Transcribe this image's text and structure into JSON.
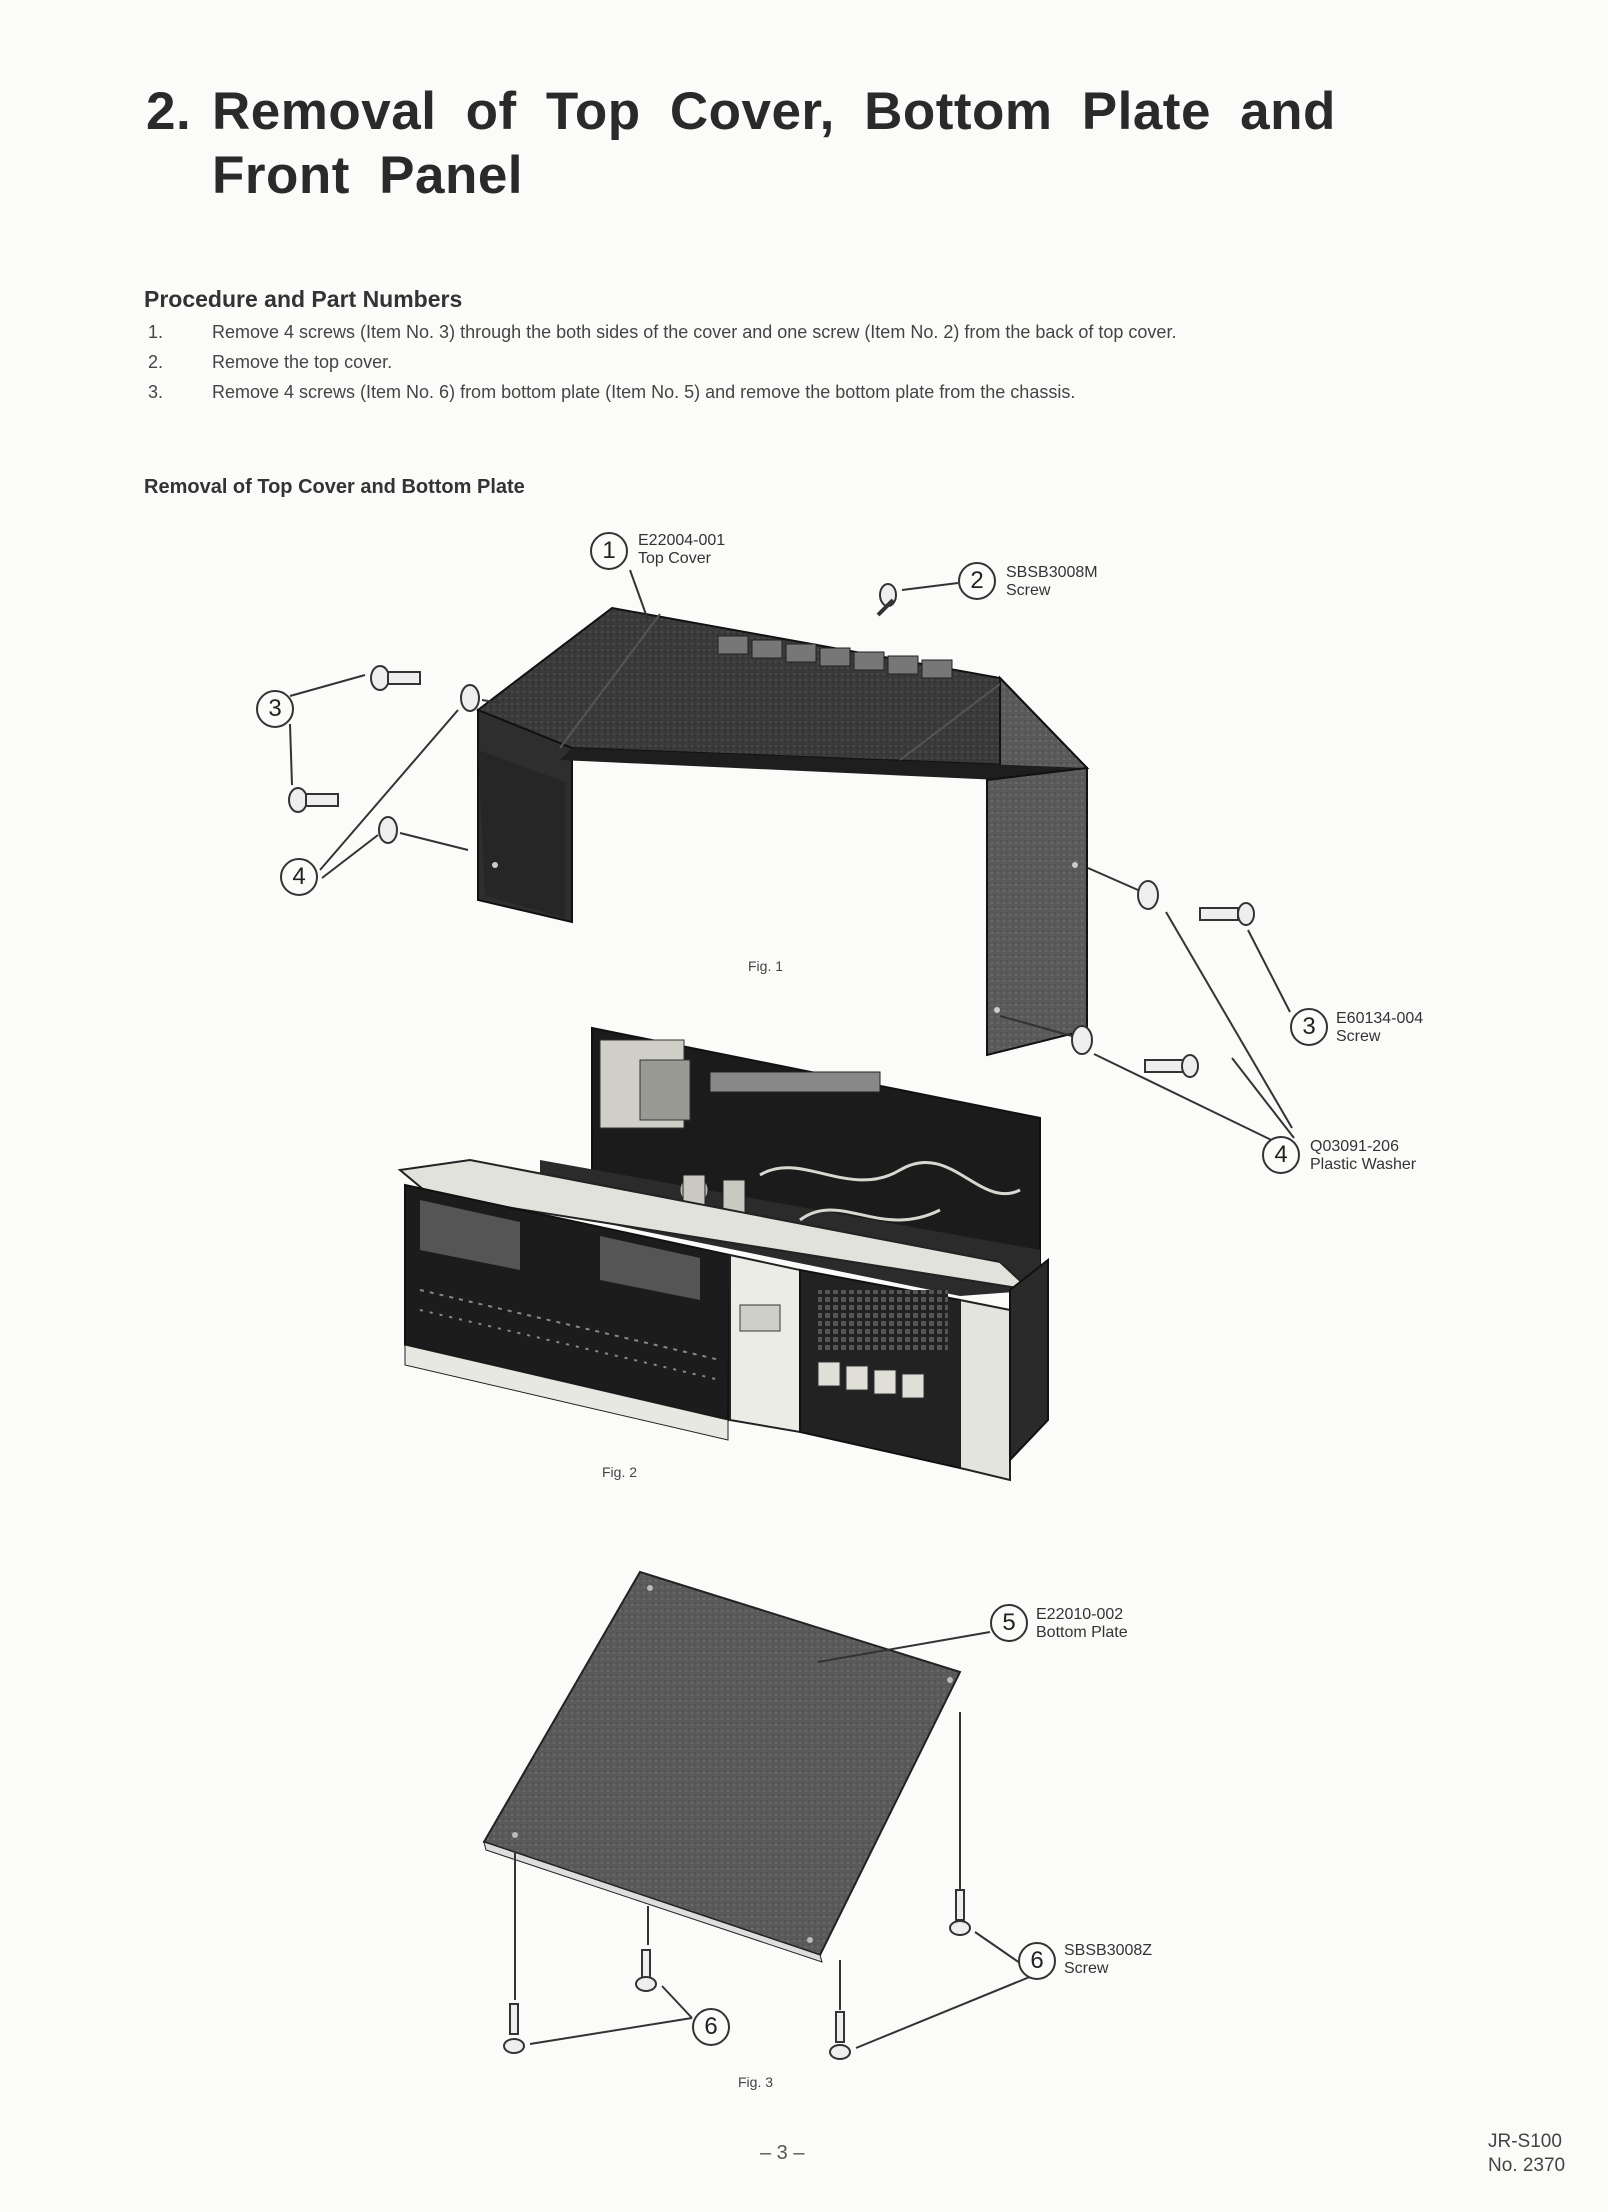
{
  "title": {
    "number": "2.",
    "line1": "Removal of Top Cover, Bottom Plate and",
    "line2": "Front Panel"
  },
  "procedure": {
    "heading": "Procedure and Part Numbers",
    "steps": [
      {
        "num": "1.",
        "text": "Remove 4 screws (Item No. 3) through the both sides of the cover and one screw (Item No. 2) from the back of top cover."
      },
      {
        "num": "2.",
        "text": "Remove the top cover."
      },
      {
        "num": "3.",
        "text": "Remove 4 screws (Item No. 6) from bottom plate (Item No. 5) and remove the bottom plate from the chassis."
      }
    ]
  },
  "subheading": "Removal of Top Cover and Bottom Plate",
  "callouts": {
    "c1": {
      "num": "1",
      "part": "E22004-001",
      "name": "Top Cover"
    },
    "c2": {
      "num": "2",
      "part": "SBSB3008M",
      "name": "Screw"
    },
    "c3_left": {
      "num": "3"
    },
    "c4_left": {
      "num": "4"
    },
    "c3_right": {
      "num": "3",
      "part": "E60134-004",
      "name": "Screw"
    },
    "c4_right": {
      "num": "4",
      "part": "Q03091-206",
      "name": "Plastic Washer"
    },
    "c5": {
      "num": "5",
      "part": "E22010-002",
      "name": "Bottom Plate"
    },
    "c6_right": {
      "num": "6",
      "part": "SBSB3008Z",
      "name": "Screw"
    },
    "c6_left": {
      "num": "6"
    }
  },
  "figures": {
    "fig1": "Fig. 1",
    "fig2": "Fig. 2",
    "fig3": "Fig. 3"
  },
  "footer": {
    "page": "– 3 –",
    "model": "JR-S100",
    "doc_no": "No. 2370"
  }
}
